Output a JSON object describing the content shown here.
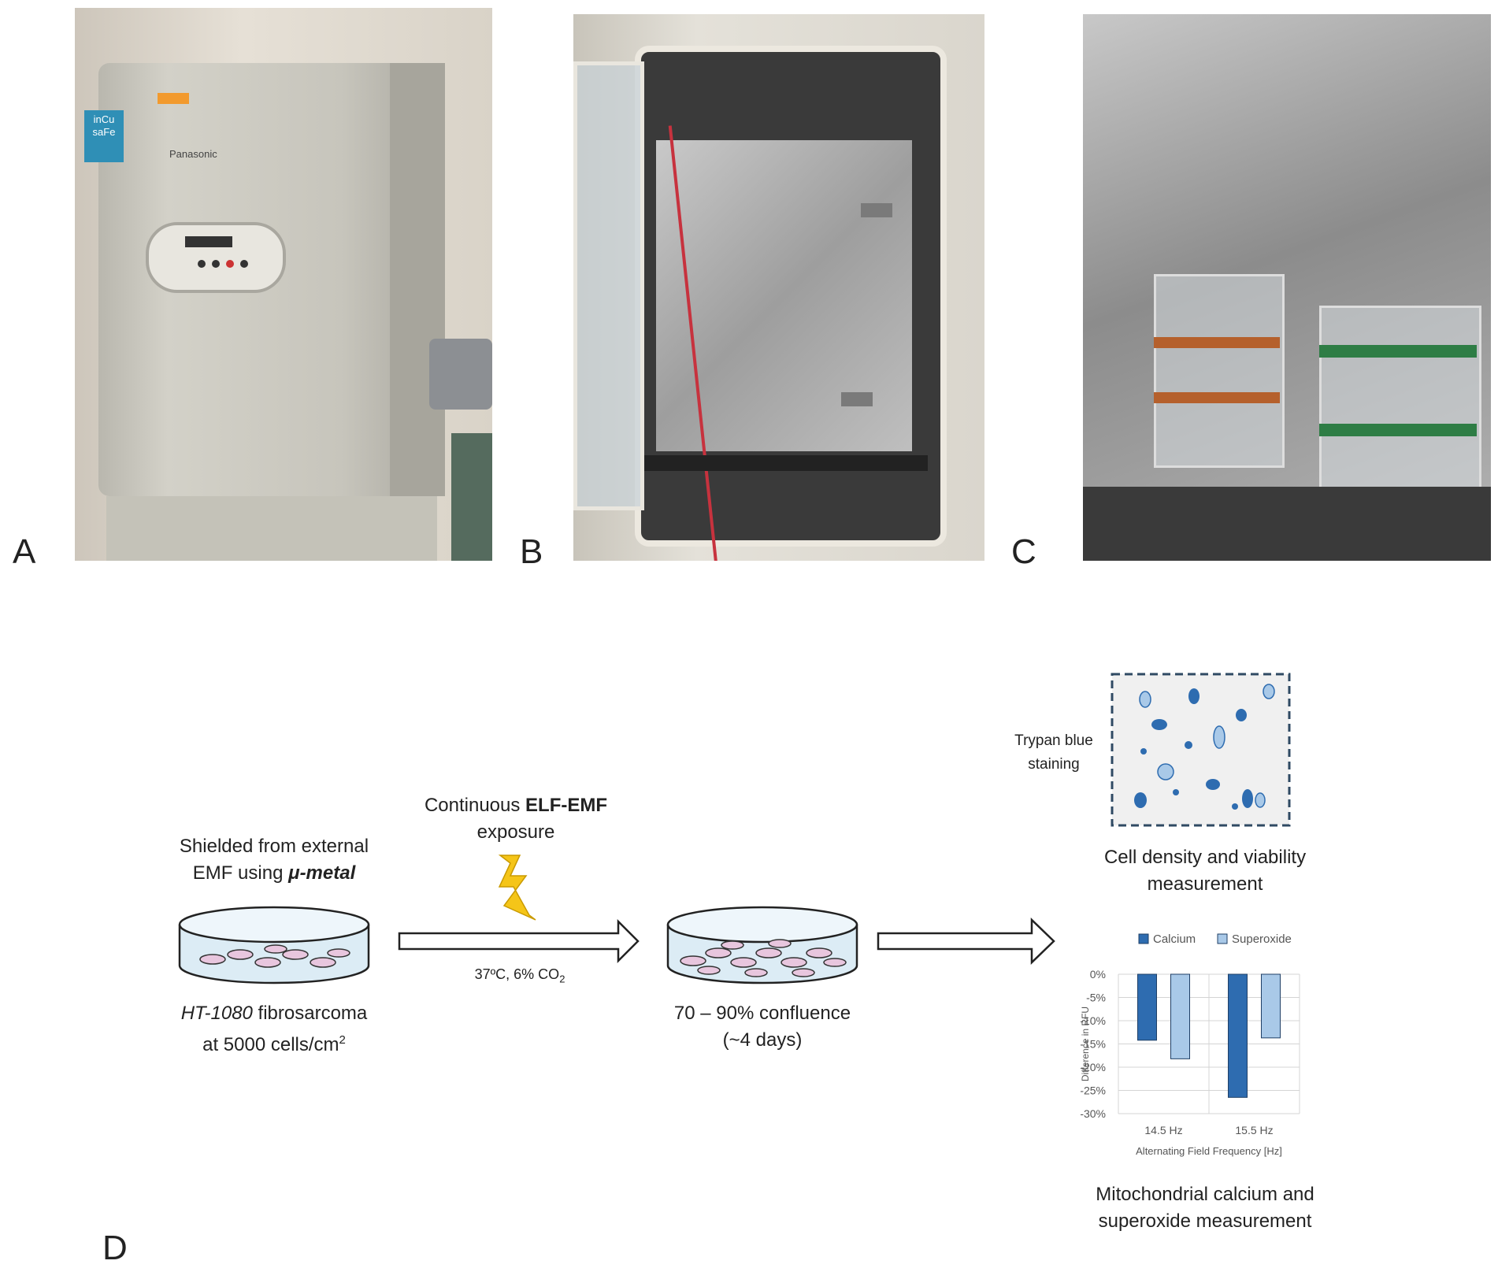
{
  "panels": {
    "a": "A",
    "b": "B",
    "c": "C",
    "d": "D"
  },
  "photo_a": {
    "logo": "inCu saFe",
    "brand": "Panasonic"
  },
  "diagram": {
    "shield": {
      "line1": "Shielded from external",
      "line2_prefix": "EMF using ",
      "line2_bold": "μ-metal"
    },
    "exposure": {
      "prefix": "Continuous ",
      "bold": "ELF-EMF",
      "line2": "exposure"
    },
    "conditions": {
      "text": "37ºC, 6% CO",
      "sub": "2"
    },
    "cells": {
      "italic": "HT-1080",
      "rest": " fibrosarcoma",
      "line2": "at 5000 cells/cm",
      "sup": "2"
    },
    "confluence": {
      "line1": "70 – 90% confluence",
      "line2": "(~4 days)"
    },
    "trypan": {
      "line1": "Trypan blue",
      "line2": "staining"
    },
    "density": {
      "line1": "Cell density and viability",
      "line2": "measurement"
    },
    "mito": {
      "line1": "Mitochondrial calcium and",
      "line2": "superoxide measurement"
    }
  },
  "chart_data": {
    "type": "bar",
    "categories": [
      "14.5 Hz",
      "15.5 Hz"
    ],
    "series": [
      {
        "name": "Calcium",
        "values": [
          -14.2,
          -26.5
        ],
        "color": "#2e6cb0"
      },
      {
        "name": "Superoxide",
        "values": [
          -18.2,
          -13.7
        ],
        "color": "#a9c9e8"
      }
    ],
    "xlabel": "Alternating Field Frequency [Hz]",
    "ylabel": "Difference in RFU",
    "ylim": [
      -30,
      0
    ],
    "yticks": [
      "0%",
      "-5%",
      "-10%",
      "-15%",
      "-20%",
      "-25%",
      "-30%"
    ],
    "grid": true,
    "legend": "top"
  },
  "colors": {
    "dark_blue": "#2e6cb0",
    "light_blue": "#a9c9e8",
    "dish": "#dcecf5",
    "bolt": "#f5c518"
  }
}
